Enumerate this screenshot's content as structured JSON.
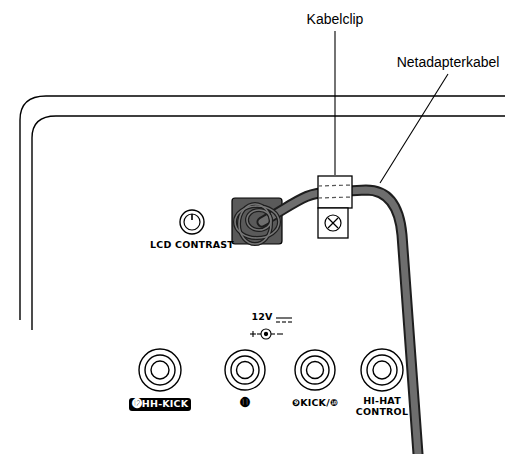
{
  "diagram": {
    "labels": [
      "Kabelclip",
      "Netadapterkabel",
      "LCD CONTRAST",
      "12V",
      "⓬HH-KICK",
      "⓫",
      "❾KICK/❿",
      "HI-HAT CONTROL"
    ]
  }
}
